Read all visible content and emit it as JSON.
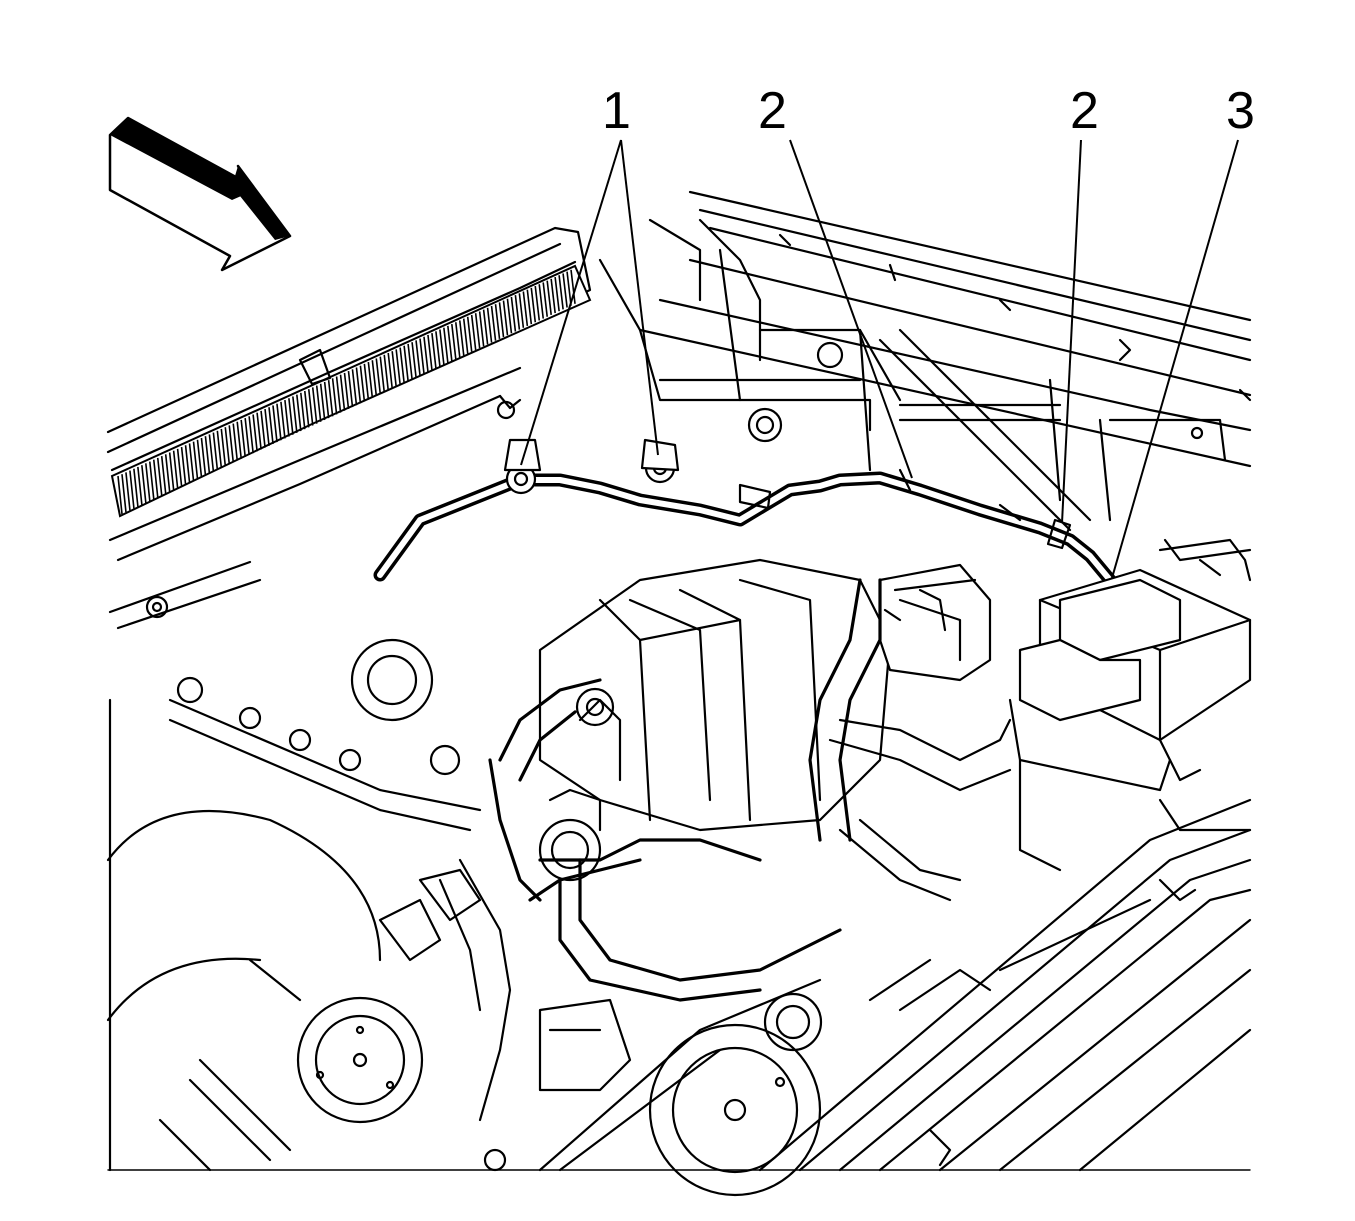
{
  "callouts": [
    {
      "id": "callout-1",
      "label": "1"
    },
    {
      "id": "callout-2a",
      "label": "2"
    },
    {
      "id": "callout-2b",
      "label": "2"
    },
    {
      "id": "callout-3",
      "label": "3"
    }
  ],
  "icons": {
    "direction_arrow": "view-direction-arrow-icon"
  },
  "colors": {
    "line": "#000000",
    "background": "#ffffff"
  }
}
